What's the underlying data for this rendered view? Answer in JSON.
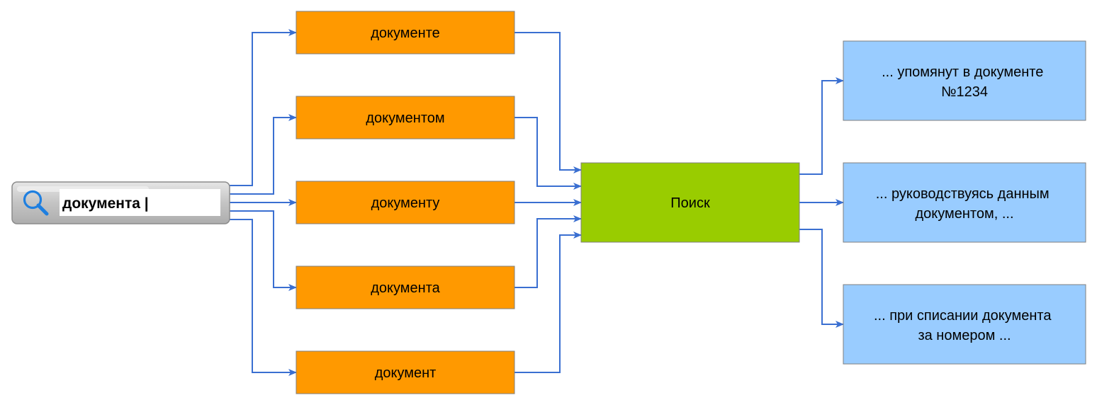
{
  "search": {
    "query": "документа |",
    "icon": "magnifier-icon"
  },
  "word_forms": [
    "документе",
    "документом",
    "документу",
    "документа",
    "документ"
  ],
  "search_node": {
    "label": "Поиск"
  },
  "results": [
    [
      "... упомянут в документе",
      "№1234"
    ],
    [
      "... руководствуясь данным",
      "документом, ..."
    ],
    [
      "... при списании документа",
      "за номером ..."
    ]
  ],
  "colors": {
    "word_form_fill": "#FF9900",
    "search_fill": "#99CC00",
    "result_fill": "#99CCFF",
    "arrow": "#3A6FD1",
    "box_border": "#7F7F7F",
    "searchbar_fill": "#BFBFBF",
    "icon": "#1E7FE0"
  }
}
